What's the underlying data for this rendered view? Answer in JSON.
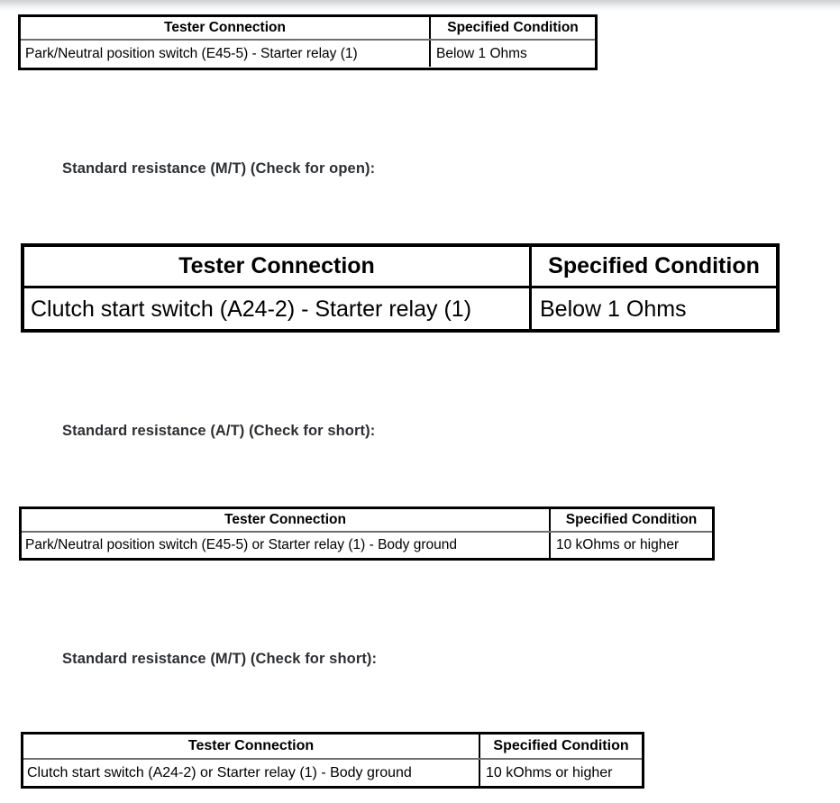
{
  "document": {
    "background_color": "#ffffff",
    "border_color": "#000000",
    "heading_color": "#2c2f33"
  },
  "headings": {
    "open_mt": "Standard resistance (M/T) (Check for open):",
    "short_at": "Standard resistance (A/T) (Check for short):",
    "short_mt": "Standard resistance (M/T) (Check for short):"
  },
  "tables": {
    "open_at": {
      "columns": [
        "Tester Connection",
        "Specified Condition"
      ],
      "rows": [
        [
          "Park/Neutral position switch (E45-5) - Starter relay (1)",
          "Below 1 Ohms"
        ]
      ]
    },
    "open_mt": {
      "columns": [
        "Tester Connection",
        "Specified Condition"
      ],
      "rows": [
        [
          "Clutch start switch (A24-2) - Starter relay (1)",
          "Below 1 Ohms"
        ]
      ]
    },
    "short_at": {
      "columns": [
        "Tester Connection",
        "Specified Condition"
      ],
      "rows": [
        [
          "Park/Neutral position switch (E45-5) or Starter relay (1) - Body ground",
          "10 kOhms or higher"
        ]
      ]
    },
    "short_mt": {
      "columns": [
        "Tester Connection",
        "Specified Condition"
      ],
      "rows": [
        [
          "Clutch start switch (A24-2) or Starter relay (1) - Body ground",
          "10 kOhms or higher"
        ]
      ]
    }
  }
}
